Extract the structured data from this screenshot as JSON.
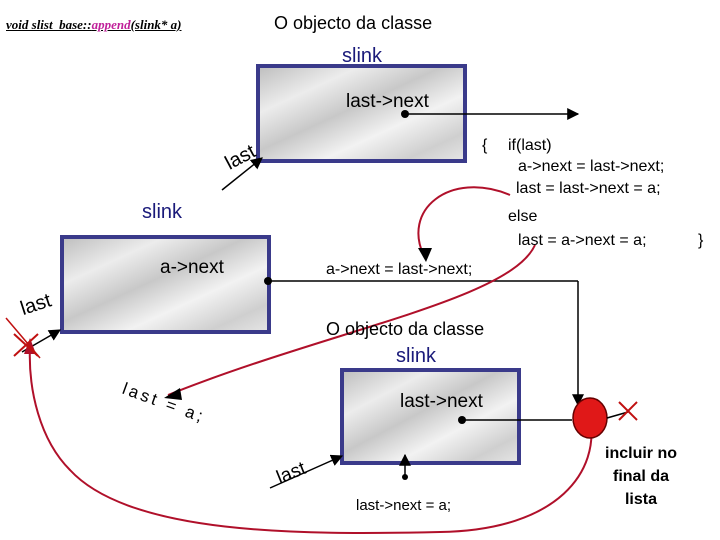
{
  "signature": {
    "prefix": "void slist_base::",
    "method": "append",
    "suffix": "(slink* a)"
  },
  "top_class_caption": "O objecto da classe",
  "top_class_name": "slink",
  "top_field_label": "last->next",
  "top_last_label": "last",
  "code": {
    "open": "{",
    "line1": "if(last)",
    "line2": "a->next = last->next;",
    "line3": "last = last->next = a;",
    "line4": "else",
    "line5": "last = a->next = a;",
    "close": "}"
  },
  "mid_class_name": "slink",
  "mid_field_label": "a->next",
  "mid_assign_label": "a->next = last->next;",
  "left_last_label": "last",
  "bottom_class_caption": "O objecto da classe",
  "bottom_class_name": "slink",
  "bottom_assign_last": "last = a;",
  "bottom_field_label": "last->next",
  "bottom_last_label": "last",
  "bottom_assign_next": "last->next = a;",
  "append_note": [
    "incluir no",
    "final da",
    "lista"
  ],
  "colors": {
    "box_border": "#3a3a8a",
    "curve": "#b0102a",
    "marker_fill": "#e01818",
    "cross": "#c01010"
  }
}
